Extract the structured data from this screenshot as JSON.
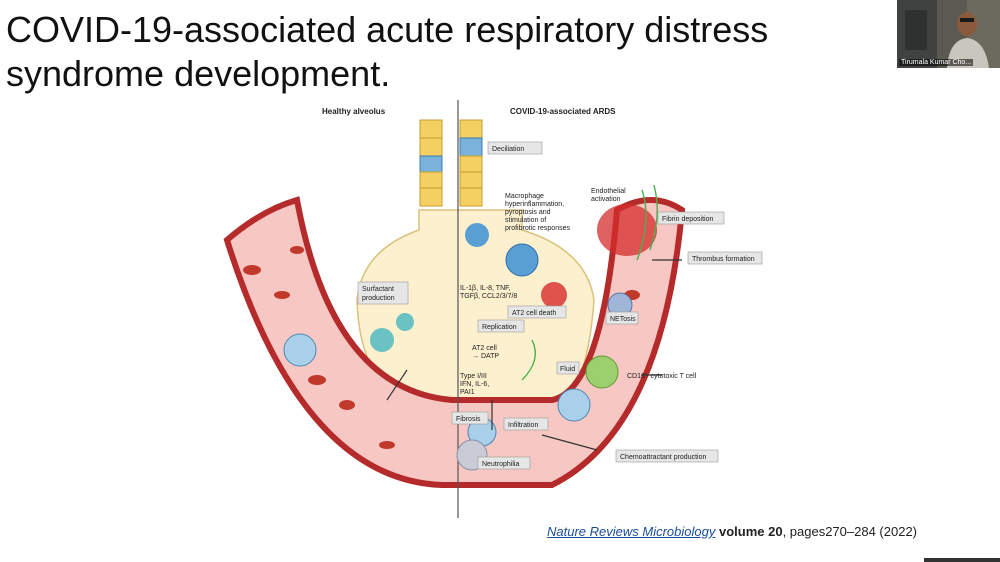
{
  "slide": {
    "title_line1": "COVID-19-associated acute respiratory distress",
    "title_line2": "syndrome development."
  },
  "video": {
    "participant_name": "Tirumala Kumar Cho..."
  },
  "figure": {
    "healthy_title": "Healthy alveolus",
    "ards_title": "COVID-19-associated ARDS",
    "labels": {
      "deciliation": "Deciliation",
      "macrophage_1": "Macrophage",
      "macrophage_2": "hyperinflammation,",
      "macrophage_3": "pyroptosis and",
      "macrophage_4": "stimulation of",
      "macrophage_5": "profibrotic responses",
      "endothelial_1": "Endothelial",
      "endothelial_2": "activation",
      "fibrin": "Fibrin deposition",
      "thrombus": "Thrombus formation",
      "surfactant_1": "Surfactant",
      "surfactant_2": "production",
      "cytokines_1": "IL-1β, IL-8, TNF,",
      "cytokines_2": "TGFβ, CCL2/3/7/8",
      "at2_death": "AT2 cell death",
      "netosis": "NETosis",
      "replication": "Replication",
      "at2_cell_1": "AT2 cell",
      "at2_cell_2": "→ DATP",
      "fluid": "Fluid",
      "cd16": "CD16⁺ cytotoxic T cell",
      "typeifn_1": "Type I/III",
      "typeifn_2": "IFN, IL-6,",
      "typeifn_3": "PAI1",
      "fibrosis": "Fibrosis",
      "infiltration": "Infiltration",
      "chemo": "Chemoattractant production",
      "neutrophilia": "Neutrophilia"
    }
  },
  "citation": {
    "journal": "Nature Reviews Microbiology",
    "volume": "volume 20",
    "pages": ", pages270–284 (2022)"
  },
  "colors": {
    "vessel_outer": "#b52a2a",
    "vessel_fill": "#f6c7c3",
    "alveolus_fill": "#fdf0cf",
    "label_box": "#e6e6e6"
  }
}
